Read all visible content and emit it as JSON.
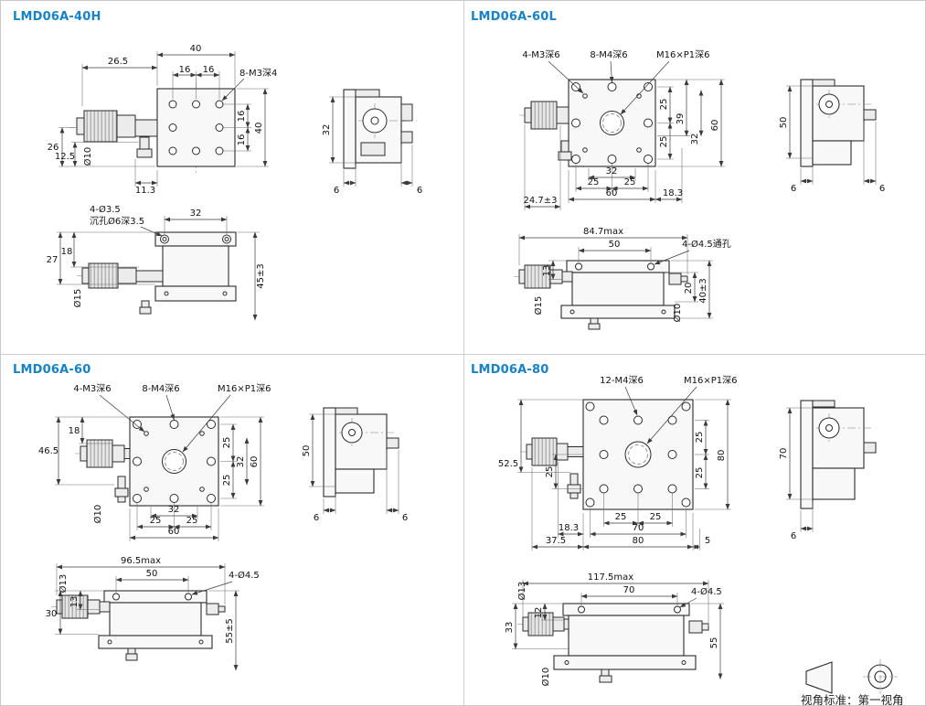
{
  "page": {
    "view_note": "视角标准：第一视角"
  },
  "panels": [
    {
      "title": "LMD06A-40H",
      "front": {
        "d40t": "40",
        "d26_5": "26.5",
        "d16a": "16",
        "d16b": "16",
        "c8m3": "8-M3深4",
        "d16c": "16",
        "d16d": "16",
        "d40r": "40",
        "d26": "26",
        "d12_5": "12.5",
        "dia10": "Ø10",
        "d11_3": "11.3"
      },
      "side": {
        "d32": "32",
        "d6a": "6",
        "d6b": "6"
      },
      "bottom": {
        "c4d35": "4-Ø3.5",
        "csink": "沉孔Ø6深3.5",
        "d32": "32",
        "d27": "27",
        "d18": "18",
        "dia15": "Ø15",
        "d45": "45±3"
      }
    },
    {
      "title": "LMD06A-60L",
      "front": {
        "c4m3": "4-M3深6",
        "c8m4": "8-M4深6",
        "cm16": "M16×P1深6",
        "d25a": "25",
        "d25b": "25",
        "d39": "39",
        "d32r": "32",
        "d60r": "60",
        "d32b": "32",
        "d25c": "25",
        "d25d": "25",
        "d60b": "60",
        "d18_3": "18.3",
        "d24_7": "24.7±3"
      },
      "side": {
        "d50": "50",
        "d6a": "6",
        "d6b": "6"
      },
      "b ottom_unused": null,
      "bottom": {
        "d84_7": "84.7max",
        "d50": "50",
        "c4d45": "4-Ø4.5通孔",
        "d13": "13",
        "dia15": "Ø15",
        "d20": "20",
        "d40": "40±3",
        "dia10": "Ø10"
      }
    },
    {
      "title": "LMD06A-60",
      "front": {
        "c4m3": "4-M3深6",
        "c8m4": "8-M4深6",
        "cm16": "M16×P1深6",
        "d18": "18",
        "d46_5": "46.5",
        "dia10": "Ø10",
        "d25a": "25",
        "d32r": "32",
        "d25b": "25",
        "d60r": "60",
        "d32b": "32",
        "d25c": "25",
        "d25d": "25",
        "d60b": "60"
      },
      "side": {
        "d50": "50",
        "d6a": "6",
        "d6b": "6"
      },
      "bottom": {
        "d96_5": "96.5max",
        "d50": "50",
        "c4d45": "4-Ø4.5",
        "dia13": "Ø13",
        "d13": "13",
        "d30": "30",
        "d55": "55±5"
      }
    },
    {
      "title": "LMD06A-80",
      "front": {
        "c12m4": "12-M4深6",
        "cm16": "M16×P1深6",
        "d52_5": "52.5",
        "d25l": "25",
        "d25a": "25",
        "d25b": "25",
        "d80r": "80",
        "d18_3": "18.3",
        "d37_5": "37.5",
        "d25c": "25",
        "d25d": "25",
        "d70b": "70",
        "d80b": "80",
        "d5": "5"
      },
      "side": {
        "d70": "70",
        "d6": "6"
      },
      "bottom": {
        "d117_5": "117.5max",
        "d70": "70",
        "c4d45": "4-Ø4.5",
        "d33": "33",
        "dia13": "Ø13",
        "d12": "12",
        "d55": "55",
        "dia10": "Ø10"
      }
    }
  ]
}
